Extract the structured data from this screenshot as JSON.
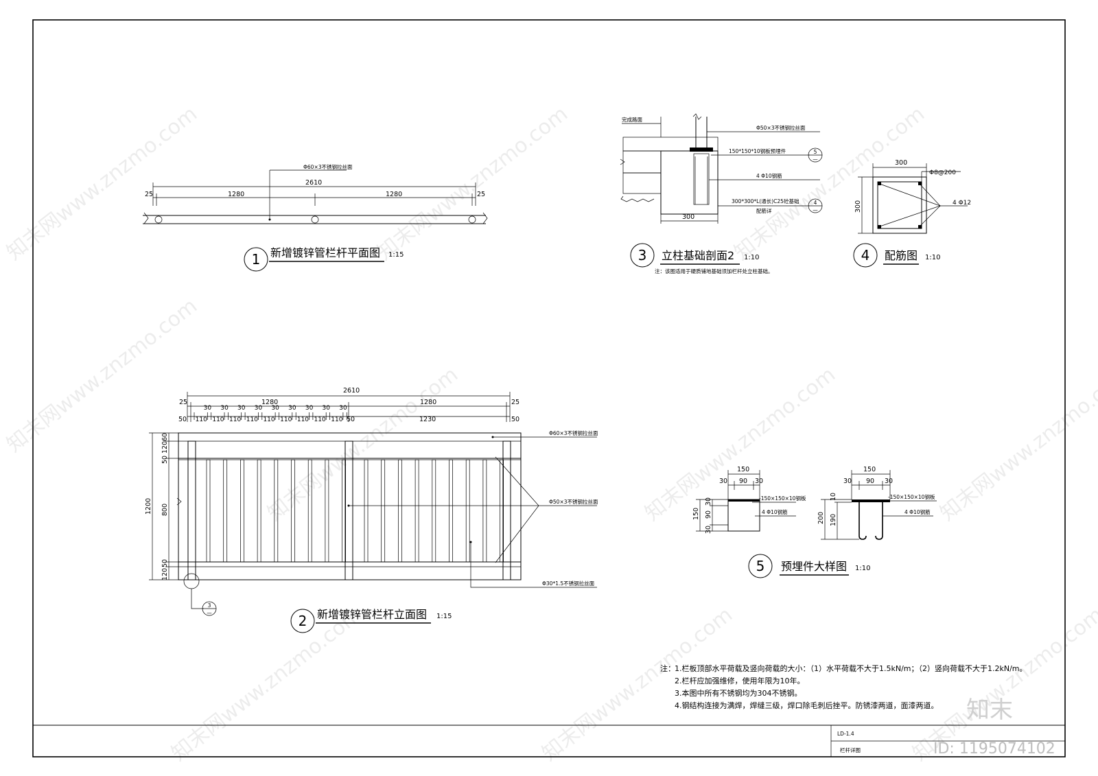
{
  "drawing": {
    "plan": {
      "number": "1",
      "title": "新增镀锌管栏杆平面图",
      "scale": "1:15",
      "dims": {
        "overall": "2610",
        "span": "1280",
        "edge": "25"
      },
      "label_rail": "Φ60×3不锈钢拉丝面"
    },
    "elevation": {
      "number": "2",
      "title": "新增镀锌管栏杆立面图",
      "scale": "1:15",
      "dims": {
        "overall": "2610",
        "span": "1280",
        "edge": "25",
        "bar": "30",
        "gap": "110",
        "end": "50",
        "inner": "1230",
        "height": "1200",
        "mid": "800",
        "v50": "50",
        "v120": "120",
        "v60": "60"
      },
      "labels": {
        "top_rail": "Φ60×3不锈钢拉丝面",
        "mid_rail": "Φ50×3不锈钢拉丝面",
        "baluster": "Φ30*1.5不锈钢拉丝面"
      },
      "callout": {
        "num": "3",
        "sheet": "—"
      }
    },
    "foundation": {
      "number": "3",
      "title": "立柱基础剖面2",
      "scale": "1:10",
      "note": "注：该图适用于硬质铺地基础须加栏杆处立柱基础。",
      "labels": {
        "finish": "完成路面",
        "post": "Φ50×3不锈钢拉丝面",
        "plate": "150*150*10钢板预埋件",
        "rebar": "4 Φ10钢筋",
        "footing_a": "300*300*L(通长)C25砼基础",
        "footing_b": "配筋详"
      },
      "dim_width": "300",
      "callout_plate": {
        "num": "5",
        "sheet": "—"
      },
      "callout_rebar": {
        "num": "4",
        "sheet": "—"
      }
    },
    "reinforcement": {
      "number": "4",
      "title": "配筋图",
      "scale": "1:10",
      "dim_w": "300",
      "dim_h": "300",
      "stirrup": "Φ8@200",
      "bars": "4 Φ12"
    },
    "embed": {
      "number": "5",
      "title": "预埋件大样图",
      "scale": "1:10",
      "dims": {
        "w150": "150",
        "w90": "90",
        "w30": "30",
        "h150": "150",
        "h200": "200",
        "h190": "190",
        "h10": "10"
      },
      "plate": "-150×150×10钢板",
      "rebar": "4 Φ10钢筋"
    }
  },
  "notes": {
    "lead": "注：",
    "items": [
      "1.栏板顶部水平荷载及竖向荷载的大小：（1）水平荷载不大于1.5kN/m；（2）竖向荷载不大于1.2kN/m。",
      "2.栏杆应加强维修，使用年限为10年。",
      "3.本图中所有不锈钢均为304不锈钢。",
      "4.钢结构连接为满焊，焊缝三级，焊口除毛刺后挫平。防锈漆两道，面漆两道。"
    ]
  },
  "titleblock": {
    "sheet_no": "LD-1.4",
    "sheet_name": "栏杆详图"
  },
  "watermark": {
    "text": "知末网www.znzmo.com",
    "brand": "知末",
    "id": "ID: 1195074102"
  }
}
